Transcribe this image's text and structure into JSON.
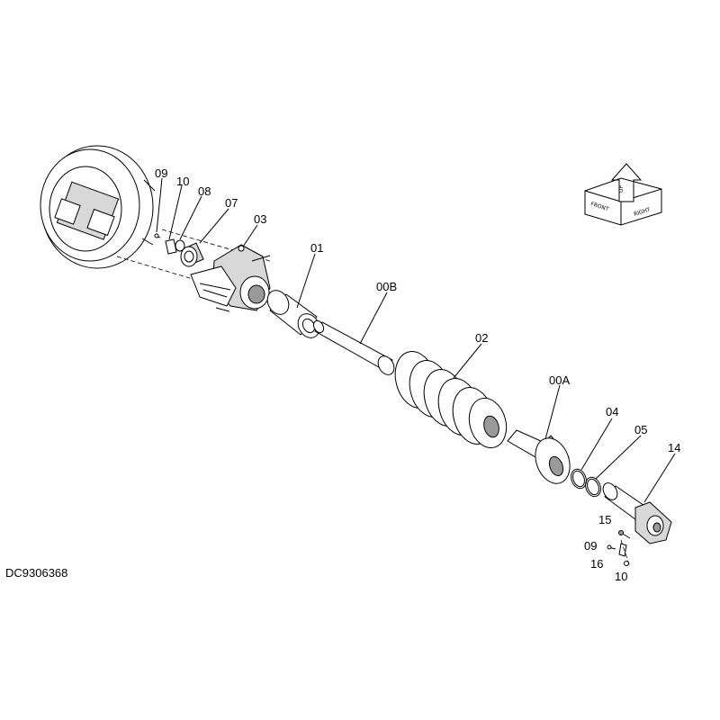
{
  "drawing_code": "DC9306368",
  "orientation_labels": {
    "up": "UP",
    "front": "FRONT",
    "right": "RIGHT"
  },
  "parts": [
    {
      "key": "p09a",
      "label": "09"
    },
    {
      "key": "p10a",
      "label": "10"
    },
    {
      "key": "p08",
      "label": "08"
    },
    {
      "key": "p07",
      "label": "07"
    },
    {
      "key": "p03",
      "label": "03"
    },
    {
      "key": "p01",
      "label": "01"
    },
    {
      "key": "p00B",
      "label": "00B"
    },
    {
      "key": "p02",
      "label": "02"
    },
    {
      "key": "p00A",
      "label": "00A"
    },
    {
      "key": "p04",
      "label": "04"
    },
    {
      "key": "p05",
      "label": "05"
    },
    {
      "key": "p14",
      "label": "14"
    },
    {
      "key": "p15",
      "label": "15"
    },
    {
      "key": "p09b",
      "label": "09"
    },
    {
      "key": "p16",
      "label": "16"
    },
    {
      "key": "p10b",
      "label": "10"
    }
  ]
}
